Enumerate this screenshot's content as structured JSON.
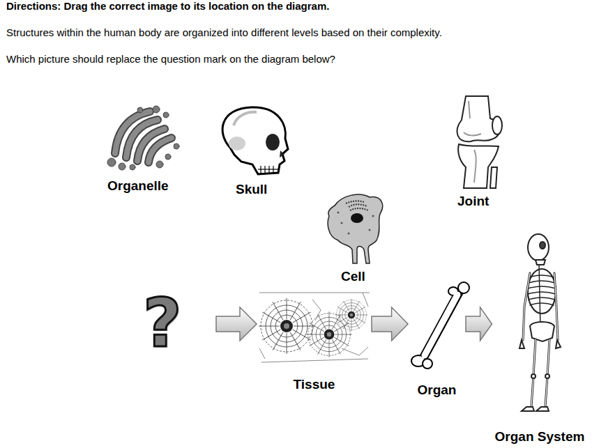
{
  "diagram": {
    "title": "Directions: Drag the correct image to its location on the diagram.",
    "nodes": [
      {
        "text": [
          "?"
        ]
      },
      {
        "text": [
          "Tissue"
        ]
      },
      {
        "text": [
          "Organ"
        ]
      },
      {
        "text": [
          "Organ System"
        ]
      }
    ],
    "edges": [
      {
        "from": 0,
        "to": 1,
        "arrow": "to"
      },
      {
        "from": 1,
        "to": 2,
        "arrow": "to"
      },
      {
        "from": 2,
        "to": 3,
        "arrow": "to"
      }
    ],
    "labels": [
      "Structures within the human body are organized into different levels based on their complexity.",
      "Which picture should replace the question mark on the diagram below?",
      "Organelle",
      "Skull",
      "Joint",
      "Cell"
    ]
  }
}
